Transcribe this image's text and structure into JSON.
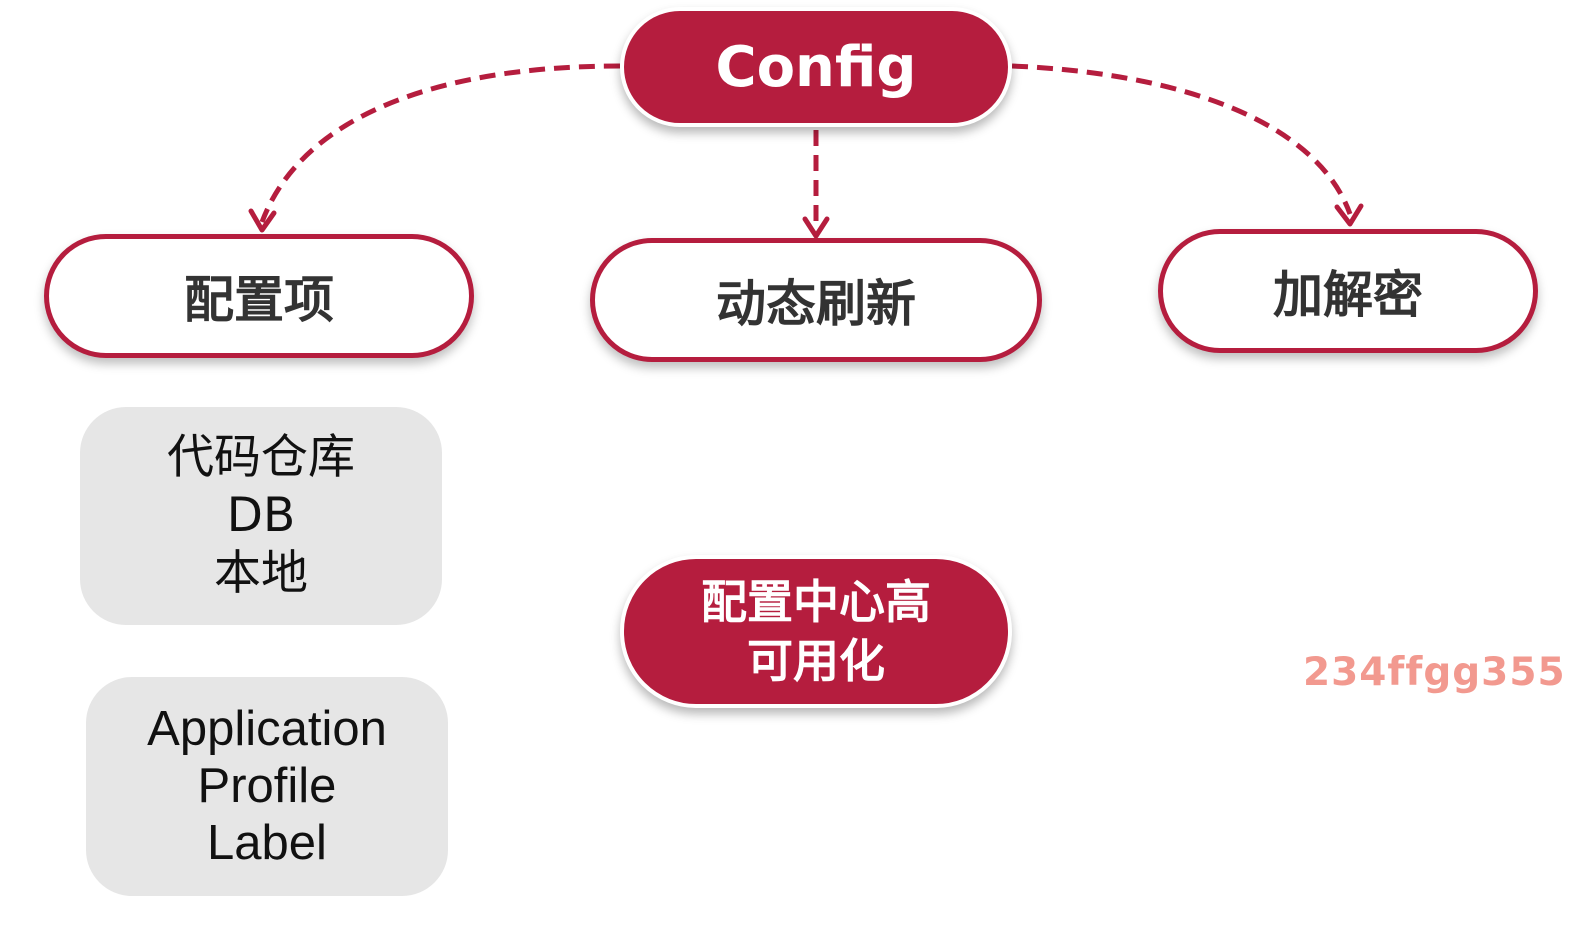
{
  "colors": {
    "accent": "#b51d3e",
    "card_bg": "#e6e6e6",
    "watermark": "#f2998f"
  },
  "diagram": {
    "root": {
      "label": "Config"
    },
    "children": [
      {
        "label": "配置项"
      },
      {
        "label": "动态刷新"
      },
      {
        "label": "加解密"
      }
    ],
    "storage_card": {
      "lines": [
        "代码仓库",
        "DB",
        "本地"
      ]
    },
    "params_card": {
      "lines": [
        "Application",
        "Profile",
        "Label"
      ]
    },
    "ha_node": {
      "lines": [
        "配置中心高",
        "可用化"
      ]
    }
  },
  "watermark": {
    "text": "234ffgg355"
  }
}
